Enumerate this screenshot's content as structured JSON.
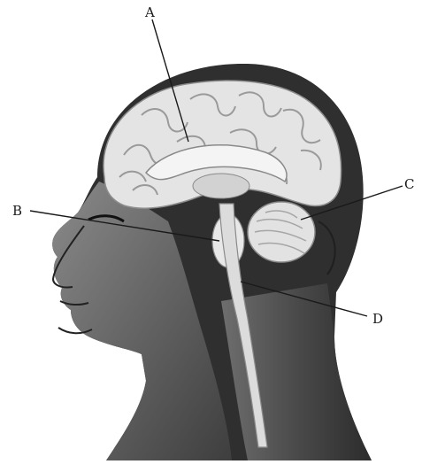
{
  "diagram": {
    "subject": "sagittal-section-of-human-head-and-brain",
    "labels": [
      {
        "id": "A",
        "text": "A"
      },
      {
        "id": "B",
        "text": "B"
      },
      {
        "id": "C",
        "text": "C"
      },
      {
        "id": "D",
        "text": "D"
      }
    ],
    "colors": {
      "background": "#ffffff",
      "skin": "#5a5a5a",
      "skin_dark": "#2e2e2e",
      "brain": "#e6e6e6",
      "brain_fold": "#9a9a9a",
      "leader_line": "#1a1a1a"
    }
  }
}
